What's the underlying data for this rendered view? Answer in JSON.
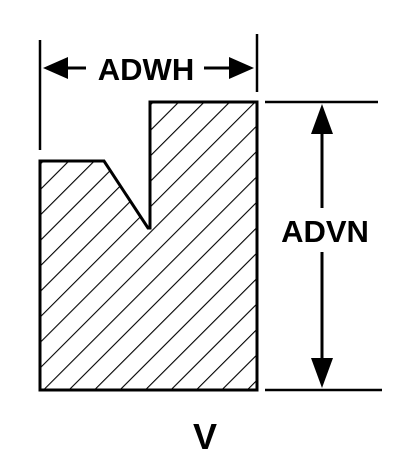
{
  "labels": {
    "width_dimension": "ADWH",
    "height_dimension": "ADVN",
    "view_letter": "V"
  },
  "colors": {
    "line": "#000000",
    "background": "#ffffff"
  }
}
